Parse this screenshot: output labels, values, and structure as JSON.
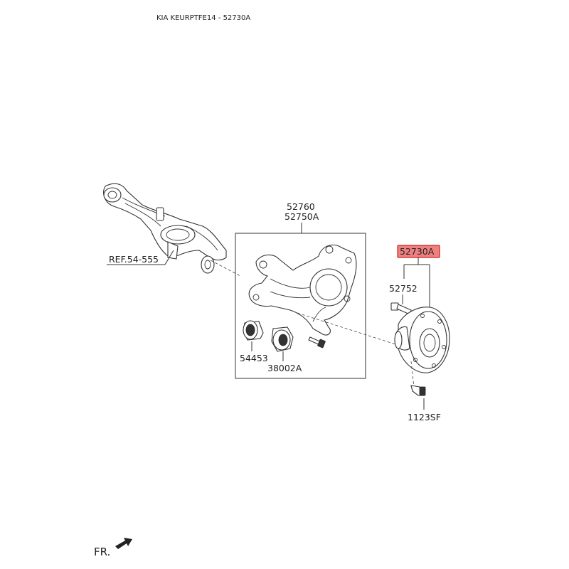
{
  "header": {
    "title": "KIA KEURPTFE14 - 52730A"
  },
  "callouts": {
    "ref": "REF.54-555",
    "knuckle_a": "52760",
    "knuckle_b": "52750A",
    "bushing": "54453",
    "bushing_b": "38002A",
    "hub_assy": "52730A",
    "hub_bolt": "52752",
    "bolt": "1123SF"
  },
  "footer": {
    "direction": "FR."
  },
  "colors": {
    "highlight_fill": "#f08080",
    "highlight_stroke": "#c00000",
    "line": "#333333"
  }
}
